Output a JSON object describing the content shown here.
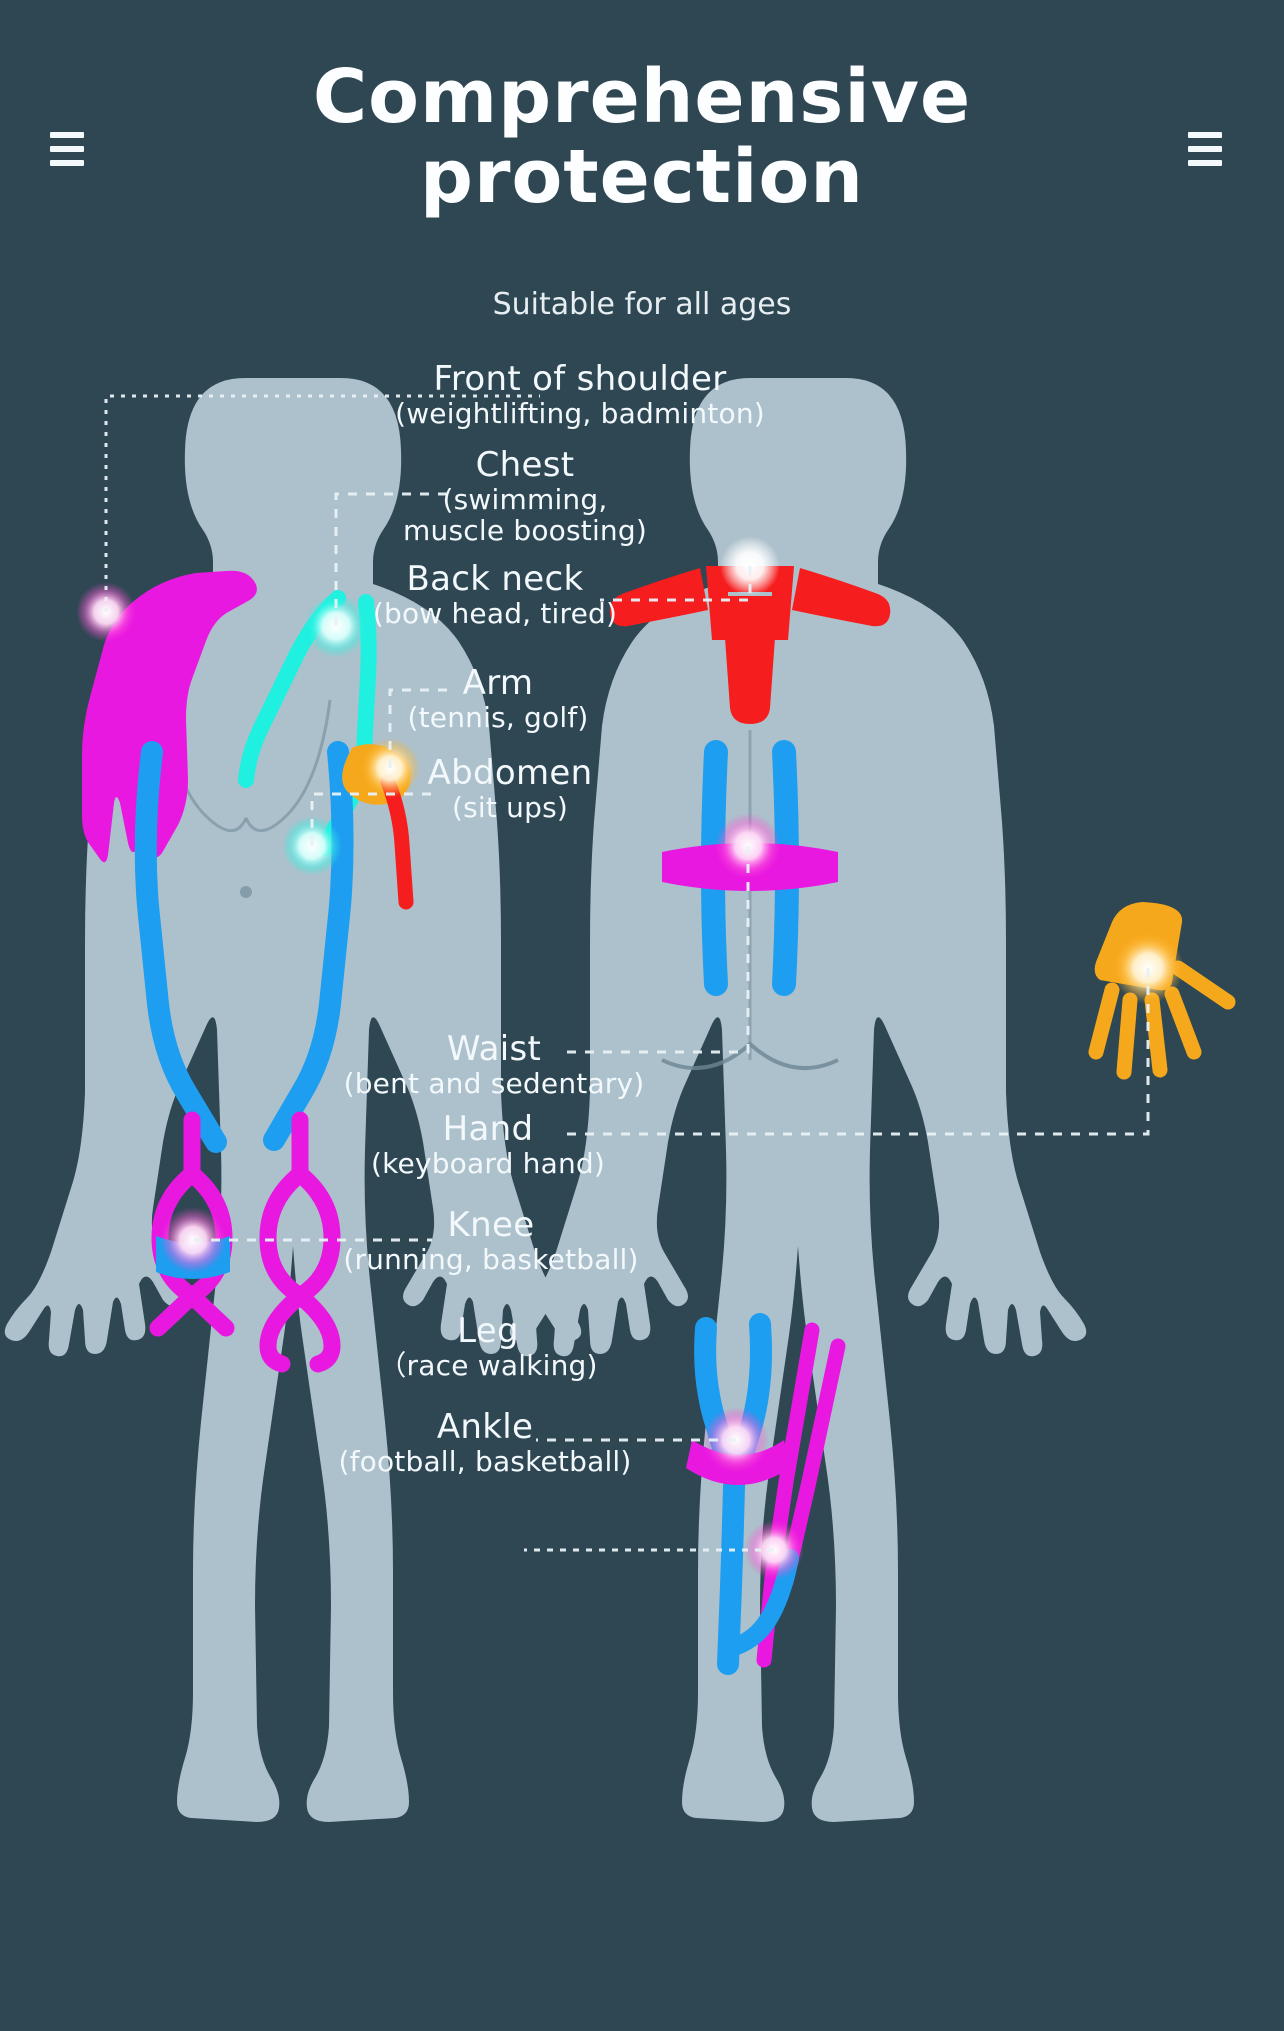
{
  "header": {
    "title_line1": "Comprehensive",
    "title_line2": "protection",
    "subtitle": "Suitable for all ages",
    "menu_left": "hamburger-menu-icon",
    "menu_right": "hamburger-menu-icon"
  },
  "labels": [
    {
      "id": "front-of-shoulder",
      "title": "Front of shoulder",
      "sub": "(weightlifting, badminton)"
    },
    {
      "id": "chest",
      "title": "Chest",
      "sub": "(swimming,",
      "sub2": "muscle boosting)"
    },
    {
      "id": "back-neck",
      "title": "Back neck",
      "sub": "(bow head, tired)"
    },
    {
      "id": "arm",
      "title": "Arm",
      "sub": "(tennis, golf)"
    },
    {
      "id": "abdomen",
      "title": "Abdomen",
      "sub": "(sit ups)"
    },
    {
      "id": "waist",
      "title": "Waist",
      "sub": "(bent and sedentary)"
    },
    {
      "id": "hand",
      "title": "Hand",
      "sub": "(keyboard hand)"
    },
    {
      "id": "knee",
      "title": "Knee",
      "sub": "(running, basketball)"
    },
    {
      "id": "leg",
      "title": "Leg",
      "sub": "（race walking)"
    },
    {
      "id": "ankle",
      "title": "Ankle",
      "sub": "(football, basketball)"
    }
  ],
  "figures": {
    "front_body_name": "front-body-silhouette",
    "back_body_name": "back-body-silhouette"
  },
  "colors": {
    "background": "#2e4753",
    "body_fill": "#adc1cc",
    "body_shadow": "#9fb5c2",
    "text": "#f2f8fb",
    "magenta": "#e818e0",
    "cyan": "#1ff0e0",
    "red": "#f51d1d",
    "orange": "#f6a81c",
    "blue": "#1e9ef0",
    "leader_line": "#e8f1f5"
  }
}
